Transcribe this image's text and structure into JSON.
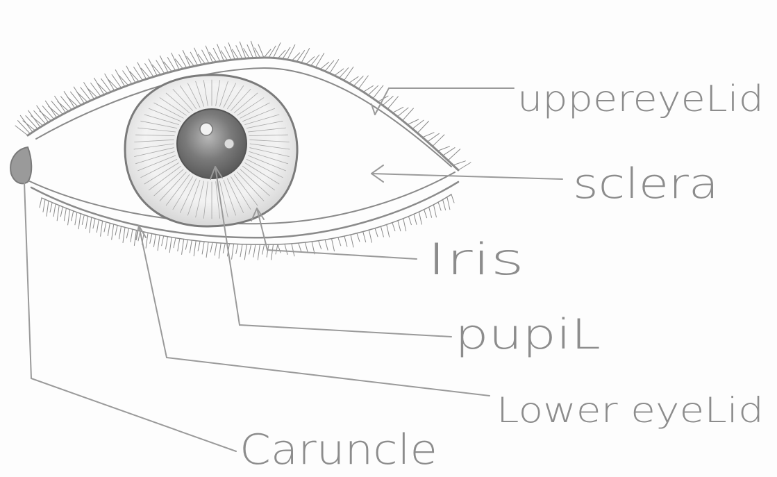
{
  "labels": {
    "upper_eyelid": "uppereyeLid",
    "sclera": "sclera",
    "iris": "Iris",
    "pupil": "pupiL",
    "lower_eyelid": "Lower eyeLid",
    "caruncle": "Caruncle"
  },
  "colors": {
    "pencil": "#8a8a8a",
    "paper": "#fdfdfd"
  }
}
